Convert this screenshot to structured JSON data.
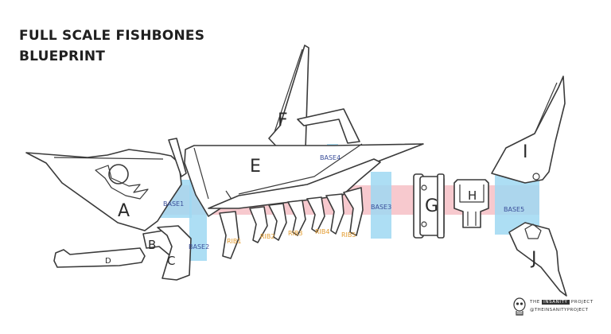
{
  "title_lines": [
    "FULL SCALE FISHBONES",
    "BLUEPRINT"
  ],
  "colors": {
    "core_band": "#f6c3c9",
    "base_band": "#9fd8f2",
    "base_text": "#3b4f9a",
    "rib_text": "#e39b2e",
    "outline": "#3a3a3a"
  },
  "parts": {
    "A": "A",
    "B": "B",
    "C": "C",
    "D": "D",
    "E": "E",
    "F": "F",
    "G": "G",
    "H": "H",
    "I": "I",
    "J": "J"
  },
  "bases": [
    "BASE1",
    "BASE2",
    "BASE3",
    "BASE4",
    "BASE5"
  ],
  "ribs": [
    "RIB1",
    "RIB2",
    "RIB3",
    "RIB4",
    "RIB5"
  ],
  "credit": {
    "prefix": "THE",
    "highlight": "INSANITY",
    "suffix": "PROJECT",
    "handle": "@THEINSANITYPROJECT",
    "logo_icon": "skull-logo-icon"
  }
}
